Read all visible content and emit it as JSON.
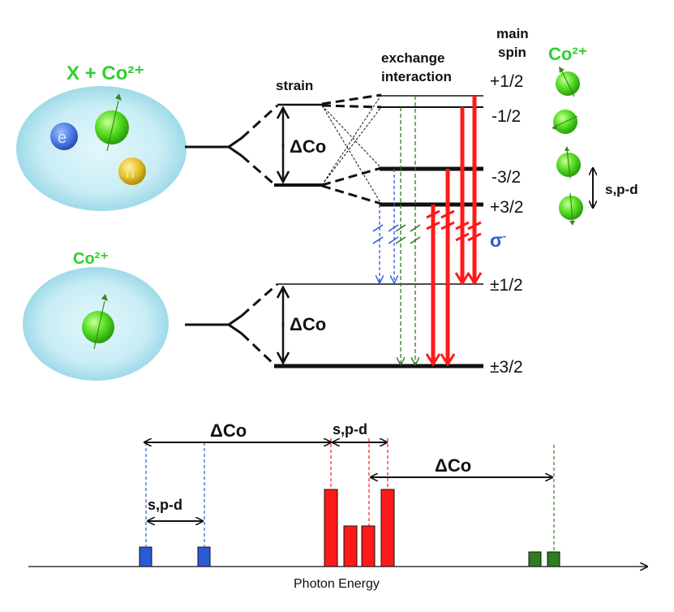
{
  "labels": {
    "x_co": "X + Co²⁺",
    "co": "Co²⁺",
    "co_top_right": "Co²⁺",
    "e": "e",
    "h": "h",
    "strain": "strain",
    "exchange_1": "exchange",
    "exchange_2": "interaction",
    "main_1": "main",
    "main_2": "spin",
    "delta_co": "ΔCo",
    "spd": "s,p-d",
    "sigma": "σ",
    "sigma_sup": "-",
    "photon_energy": "Photon Energy"
  },
  "spin_levels": {
    "upper": [
      "+1/2",
      "-1/2",
      "-3/2",
      "+3/2"
    ],
    "lower": [
      "±1/2",
      "±3/2"
    ]
  },
  "colors": {
    "blue": "#2a5bd7",
    "green": "#2e7d1e",
    "red": "#ff1a1a",
    "sphere_green": "#5be02e",
    "cloud": "#cdeff6",
    "label_green": "#2fd12f"
  }
}
